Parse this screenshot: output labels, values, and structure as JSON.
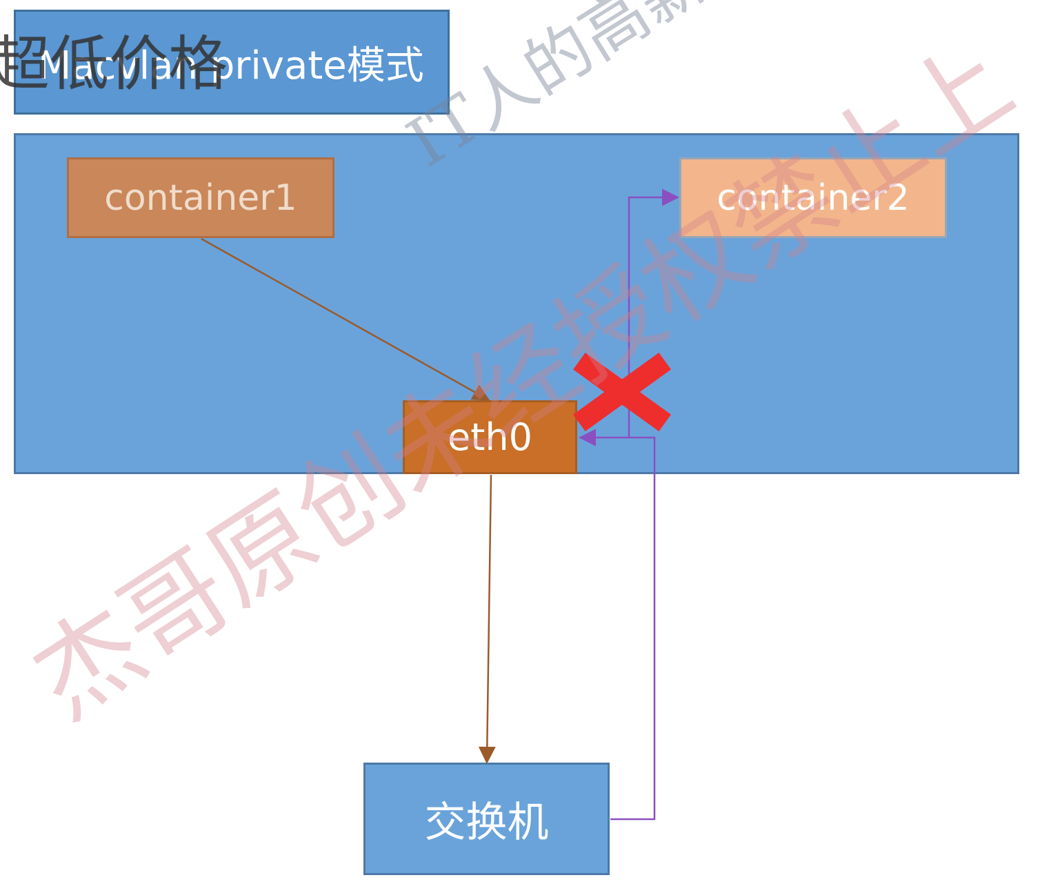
{
  "title": "Macvlan private模式",
  "corner_text": "超低价格",
  "nodes": {
    "container1": "container1",
    "container2": "container2",
    "eth0": "eth0",
    "switch": "交换机"
  },
  "watermarks": {
    "line1": "IT人的高薪职业",
    "line2": "杰哥原创未经授权禁止上"
  },
  "colors": {
    "brown_arrow": "#9a5a2a",
    "purple_arrow": "#8a4fc0",
    "blocked_cross": "#ee2d2d"
  }
}
